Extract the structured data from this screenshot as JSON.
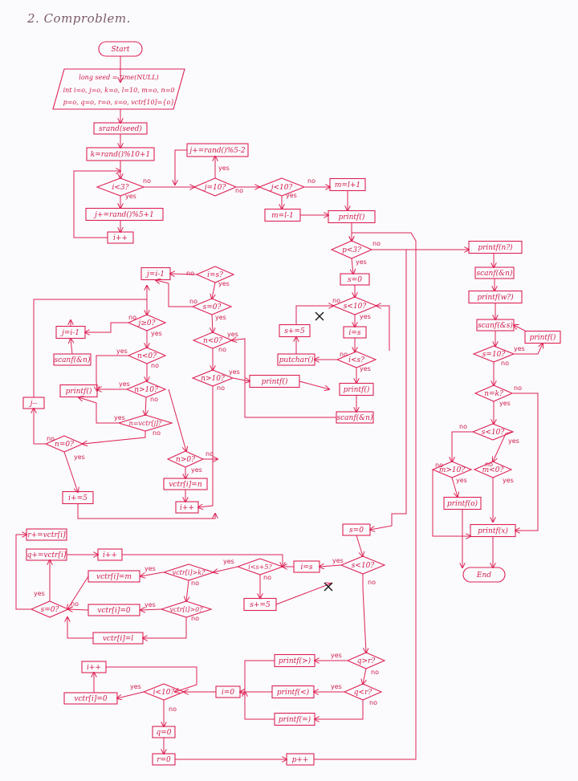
{
  "title": "2. Comproblem.",
  "colors": {
    "ink": "#dd2255",
    "text": "#d11a4a",
    "title": "#7a5a6a",
    "paper": "#fbfbfd"
  },
  "nodes": {
    "start": "Start",
    "init_1": "long seed = time(NULL)",
    "init_2": "int i=o, j=o, k=o, l=10, m=o, n=0",
    "init_3": "p=o, q=o, r=o, s=o, vctr[10]={o}",
    "srand": "srand(seed)",
    "k_rand": "k=rand()%10+1",
    "i_lt_3": "i<3?",
    "j_rand_a": "j+=rand()%5+1",
    "i_inc_a": "i++",
    "j_rand_b": "j+=rand()%5-2",
    "j_eq_10": "j=10?",
    "j_lt_10": "j<10?",
    "m_lp1": "m=l+1",
    "m_lm1": "m=l-1",
    "printf_a": "printf()",
    "p_lt_3": "p<3?",
    "s_0_a": "s=0",
    "s_lt_10_a": "s<10?",
    "s_plus_5_a": "s+=5",
    "i_eq_s_a": "i=s",
    "putchar": "putchar()",
    "i_lt_s": "i<s?",
    "printf_b": "printf()",
    "scanf_n_a": "scanf(&n)",
    "j_eq_im1_a": "j=i-1",
    "i_eq_s_q": "i=s?",
    "s_eq_0_q": "s=0?",
    "n_lt_0_a": "n<0?",
    "n_gt_10_a": "n>10?",
    "printf_c": "printf()",
    "j_ge_0": "j≥0?",
    "j_eq_im1_b": "j=i-1",
    "scanf_n_b": "scanf(&n)",
    "n_lt_0_b": "n<0?",
    "printf_d": "printf()",
    "n_gt_10_b": "n>10?",
    "n_eq_vctr": "n=vctr[j]?",
    "j_dec": "j--",
    "n_eq_0": "n=0?",
    "i_plus_5": "i+=5",
    "n_gt_0": "n>0?",
    "vctr_i_n": "vctr[i]=n",
    "i_inc_b": "i++",
    "printf_n": "printf(n?)",
    "scanf_n_c": "scanf(&n)",
    "printf_w": "printf(w?)",
    "scanf_s": "scanf(&s)",
    "printf_e": "printf()",
    "s_eq_10": "s=10?",
    "n_eq_k": "n=k?",
    "s_lt_10_b": "s<10?",
    "m_gt_10": "m>10?",
    "m_lt_0": "m<0?",
    "printf_o": "printf(o)",
    "printf_x": "printf(x)",
    "end": "End",
    "s_0_b": "s=0",
    "s_lt_10_c": "s<10?",
    "i_eq_s_b": "i=s",
    "i_lt_s_q": "i<s+5?",
    "s_plus_5_b": "s+=5",
    "r_plus": "r+=vctr[i]",
    "q_plus": "q+=vctr[i]",
    "i_inc_c": "i++",
    "v_gt_k": "vctr[i]>k?",
    "v_eq_m": "vctr[i]=m",
    "v_gt_0": "vctr[i]>0?",
    "v_eq_0": "vctr[i]=0",
    "v_eq_l": "vctr[i]=l",
    "s_eq_0_b": "s=0?",
    "q_gt_r": "q>r?",
    "printf_gt": "printf(>)",
    "q_lt_r": "q<r?",
    "printf_lt": "printf(<)",
    "printf_eq": "printf(=)",
    "i_inc_d": "i++",
    "v_eq_0_b": "vctr[i]=0",
    "i_lt_10": "i<10?",
    "i_eq_0": "i=0",
    "q_eq_0": "q=0",
    "r_eq_0": "r=0",
    "p_inc": "p++"
  },
  "branch_labels": {
    "yes": "yes",
    "no": "no"
  }
}
